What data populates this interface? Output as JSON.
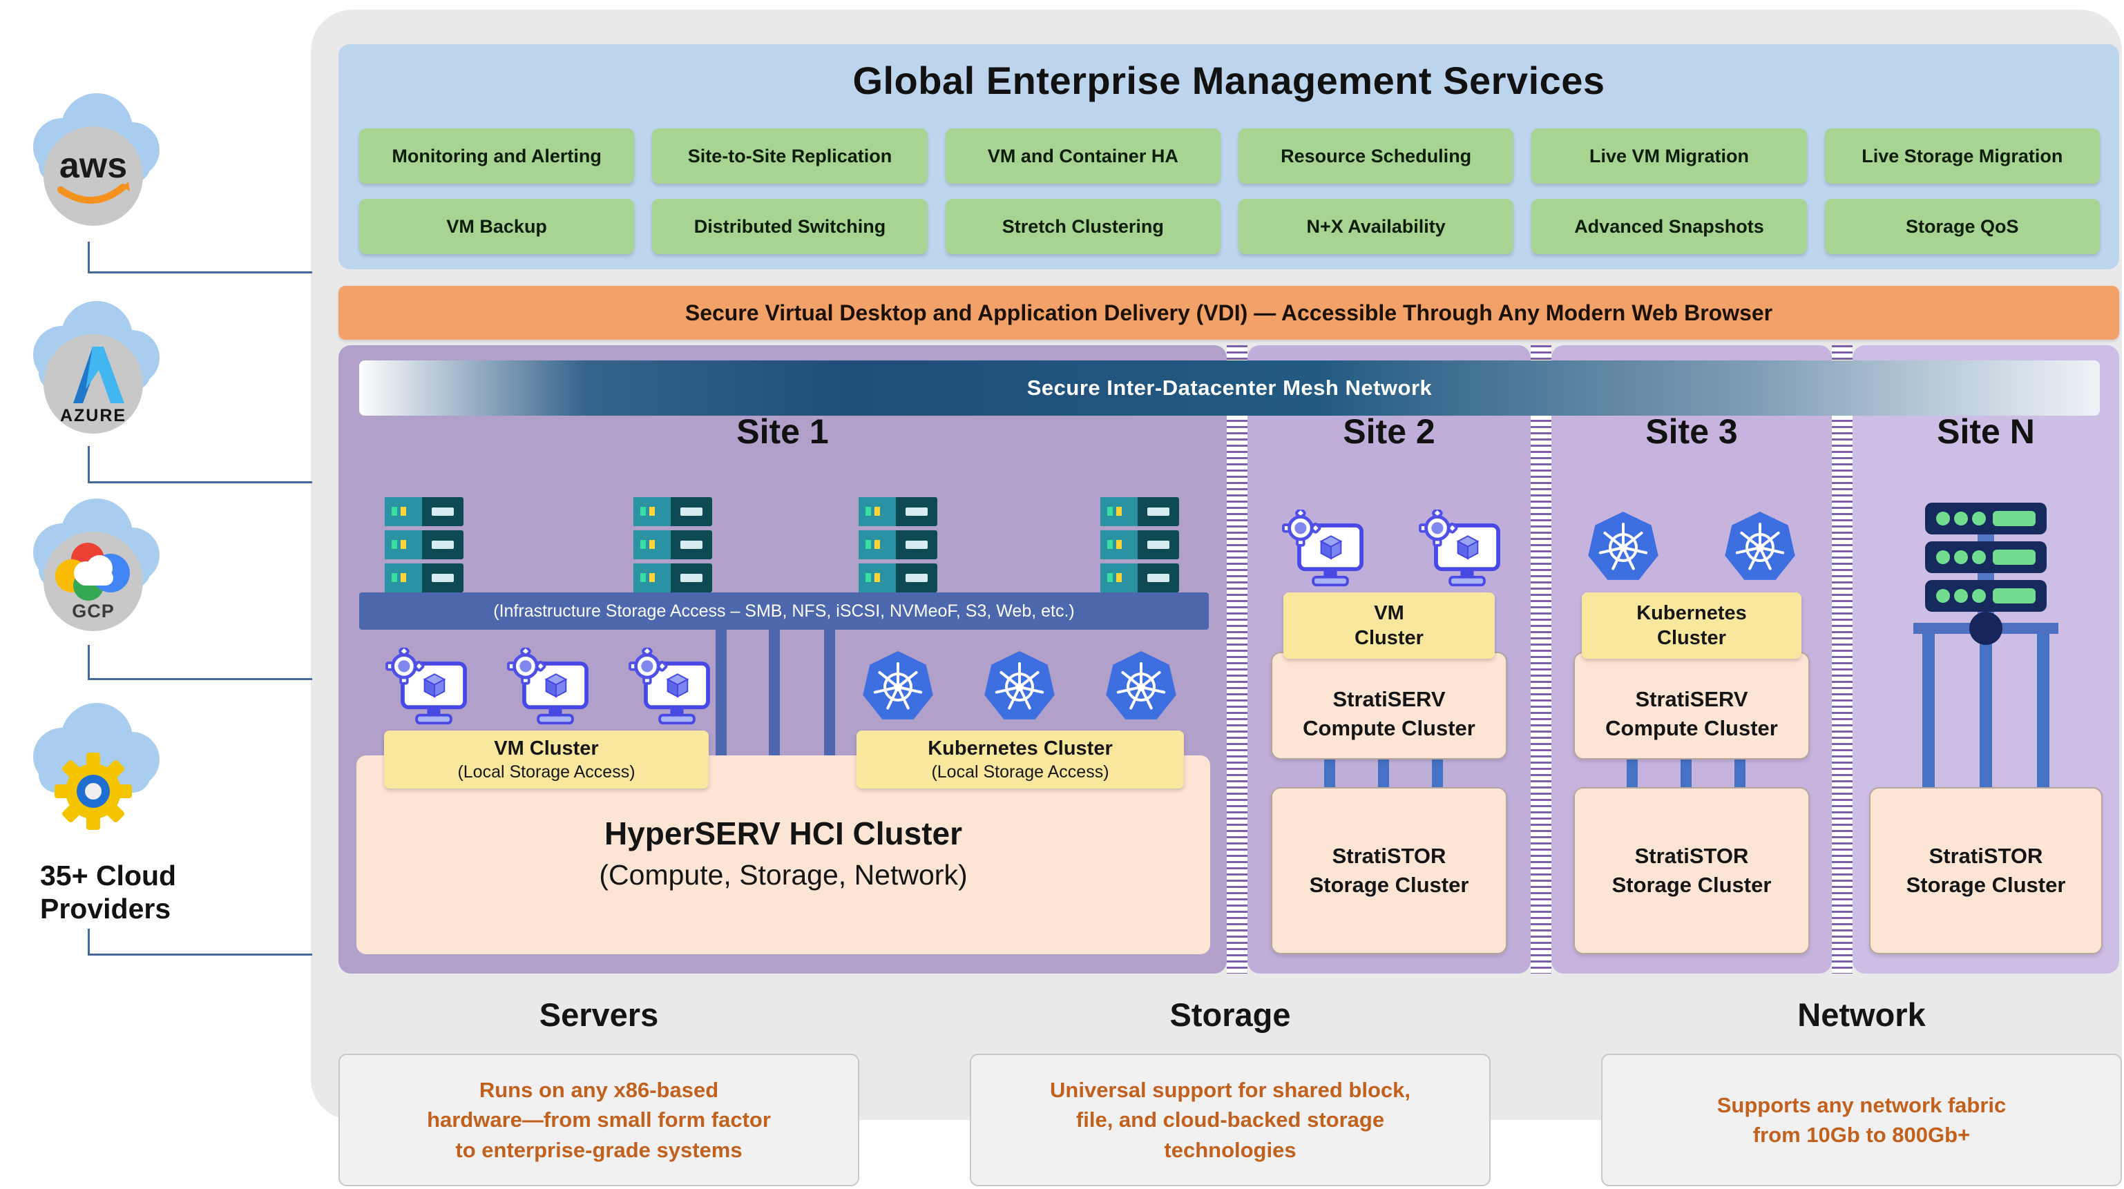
{
  "header": {
    "title": "Global Enterprise Management Services",
    "services": [
      "Monitoring and Alerting",
      "Site-to-Site Replication",
      "VM and Container HA",
      "Resource Scheduling",
      "Live VM Migration",
      "Live Storage Migration",
      "VM Backup",
      "Distributed Switching",
      "Stretch Clustering",
      "N+X Availability",
      "Advanced Snapshots",
      "Storage QoS"
    ]
  },
  "vdi": {
    "label": "Secure Virtual Desktop and Application Delivery (VDI) — Accessible Through Any Modern Web Browser"
  },
  "mesh": {
    "label": "Secure Inter-Datacenter Mesh Network"
  },
  "sites": {
    "site1": {
      "title": "Site 1",
      "storage_bar": "(Infrastructure Storage Access – SMB, NFS, iSCSI, NVMeoF, S3, Web, etc.)",
      "vm_box": {
        "line1": "VM Cluster",
        "line2": "(Local Storage Access)"
      },
      "k8s_box": {
        "line1": "Kubernetes Cluster",
        "line2": "(Local Storage Access)"
      },
      "hci": {
        "line1": "HyperSERV HCI Cluster",
        "line2": "(Compute, Storage, Network)"
      }
    },
    "site2": {
      "title": "Site 2",
      "cluster_box": {
        "line1": "VM",
        "line2": "Cluster"
      },
      "compute": {
        "line1": "StratiSERV",
        "line2": "Compute Cluster"
      },
      "storage": {
        "line1": "StratiSTOR",
        "line2": "Storage Cluster"
      }
    },
    "site3": {
      "title": "Site 3",
      "cluster_box": {
        "line1": "Kubernetes",
        "line2": "Cluster"
      },
      "compute": {
        "line1": "StratiSERV",
        "line2": "Compute Cluster"
      },
      "storage": {
        "line1": "StratiSTOR",
        "line2": "Storage Cluster"
      }
    },
    "siteN": {
      "title": "Site N",
      "storage": {
        "line1": "StratiSTOR",
        "line2": "Storage Cluster"
      }
    }
  },
  "bottom": {
    "servers": {
      "heading": "Servers",
      "line1": "Runs on any x86-based",
      "line2": "hardware—from small form factor",
      "line3": "to enterprise-grade systems"
    },
    "storage": {
      "heading": "Storage",
      "line1": "Universal support for shared block,",
      "line2": "file, and cloud-backed storage",
      "line3": "technologies"
    },
    "network": {
      "heading": "Network",
      "line1": "Supports any network fabric",
      "line2": "from 10Gb to 800Gb+",
      "line3": ""
    }
  },
  "cloud_providers": {
    "aws_label": "aws",
    "azure_label": "AZURE",
    "gcp_label": "GCP",
    "more": {
      "line1": "35+ Cloud",
      "line2": "Providers"
    }
  },
  "colors": {
    "header_blue": "#bcd4ec",
    "service_green": "#a7d492",
    "vdi_orange": "#f2a268",
    "mesh_navy": "#1f4e79",
    "site1_purple": "#b1a0c9",
    "site2_purple": "#bfaeda",
    "site3_purple": "#c6b4de",
    "siteN_purple": "#cdbee5",
    "storage_bar_blue": "#4d67ad",
    "connector_blue": "#4472c4",
    "cluster_yellow": "#f9e79d",
    "cluster_peach": "#fce5d4",
    "bottom_text_orange": "#c2611e"
  }
}
